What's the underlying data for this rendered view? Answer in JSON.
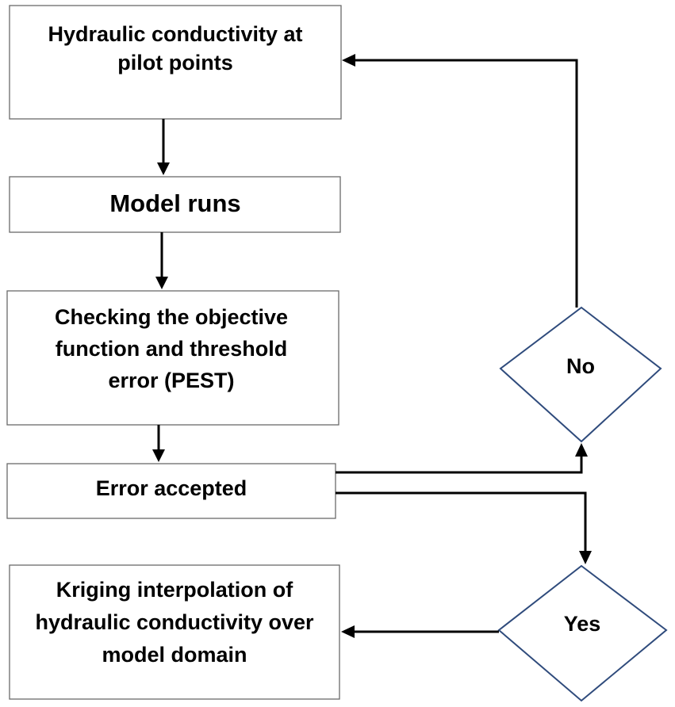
{
  "diagram": {
    "nodes": {
      "hydraulic": {
        "lines": [
          "Hydraulic conductivity at",
          "pilot points"
        ]
      },
      "model_runs": {
        "lines": [
          "Model runs"
        ]
      },
      "checking": {
        "lines": [
          "Checking the objective",
          "function and threshold",
          "error (PEST)"
        ]
      },
      "error_accepted": {
        "lines": [
          "Error accepted"
        ]
      },
      "kriging": {
        "lines": [
          "Kriging interpolation of",
          "hydraulic conductivity over",
          "model domain"
        ]
      },
      "no": {
        "lines": [
          "No"
        ]
      },
      "yes": {
        "lines": [
          "Yes"
        ]
      }
    },
    "colors": {
      "box_border": "#6a6a6a",
      "diamond_border": "#2f4b7c",
      "arrow": "#000000",
      "text": "#000000"
    }
  }
}
